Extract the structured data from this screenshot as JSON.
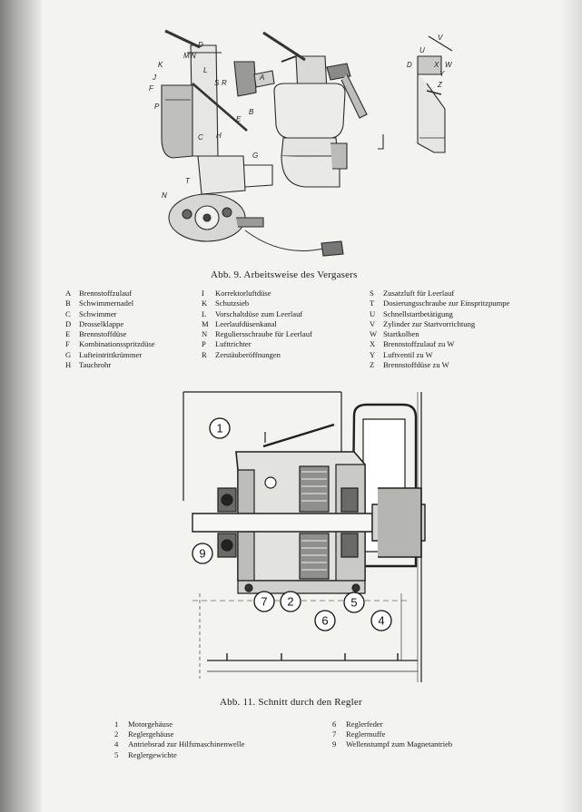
{
  "figure9": {
    "caption": "Abb. 9. Arbeitsweise des Vergasers",
    "callouts_left": [
      "D",
      "M",
      "N",
      "K",
      "L",
      "J",
      "F",
      "R",
      "S",
      "A",
      "P",
      "B",
      "E",
      "C",
      "H",
      "G",
      "T",
      "N"
    ],
    "callouts_right": [
      "V",
      "D",
      "X",
      "W",
      "U",
      "Y",
      "Z"
    ],
    "legend_col1": [
      {
        "key": "A",
        "text": "Brennstoffzulauf"
      },
      {
        "key": "B",
        "text": "Schwimmernadel"
      },
      {
        "key": "C",
        "text": "Schwimmer"
      },
      {
        "key": "D",
        "text": "Drosselklappe"
      },
      {
        "key": "E",
        "text": "Brennstoffdüse"
      },
      {
        "key": "F",
        "text": "Kombinationsspritzdüse"
      },
      {
        "key": "G",
        "text": "Lufteintrittkrümmer"
      },
      {
        "key": "H",
        "text": "Tauchrohr"
      }
    ],
    "legend_col2": [
      {
        "key": "I",
        "text": "Korrektorluftdüse"
      },
      {
        "key": "K",
        "text": "Schutzsieb"
      },
      {
        "key": "L",
        "text": "Vorschaltdüse zum Leerlauf"
      },
      {
        "key": "M",
        "text": "Leerlaufdüsenkanal"
      },
      {
        "key": "N",
        "text": "Reguliersschraube für Leerlauf"
      },
      {
        "key": "P",
        "text": "Lufttrichter"
      },
      {
        "key": "R",
        "text": "Zerstäuberöffnungen"
      }
    ],
    "legend_col3": [
      {
        "key": "S",
        "text": "Zusatzluft für Leerlauf"
      },
      {
        "key": "T",
        "text": "Dosierungsschraube zur Einspritzpumpe"
      },
      {
        "key": "U",
        "text": "Schnellstartbetätigung"
      },
      {
        "key": "V",
        "text": "Zylinder zur Startvorrichtung"
      },
      {
        "key": "W",
        "text": "Startkolben"
      },
      {
        "key": "X",
        "text": "Brennstoffzulauf zu W"
      },
      {
        "key": "Y",
        "text": "Luftventil zu W"
      },
      {
        "key": "Z",
        "text": "Brennstoffdüse zu W"
      }
    ]
  },
  "figure11": {
    "caption": "Abb. 11. Schnitt durch den Regler",
    "callouts": [
      "1",
      "9",
      "7",
      "2",
      "6",
      "5",
      "4"
    ],
    "legend_col1": [
      {
        "key": "1",
        "text": "Motorgehäuse"
      },
      {
        "key": "2",
        "text": "Reglergehäuse"
      },
      {
        "key": "4",
        "text": "Antriebsrad zur Hilfsmaschinenwelle"
      },
      {
        "key": "5",
        "text": "Reglergewichte"
      }
    ],
    "legend_col2": [
      {
        "key": "6",
        "text": "Reglerfeder"
      },
      {
        "key": "7",
        "text": "Reglermuffe"
      },
      {
        "key": "9",
        "text": "Wellenstumpf zum Magnetantrieb"
      }
    ]
  }
}
